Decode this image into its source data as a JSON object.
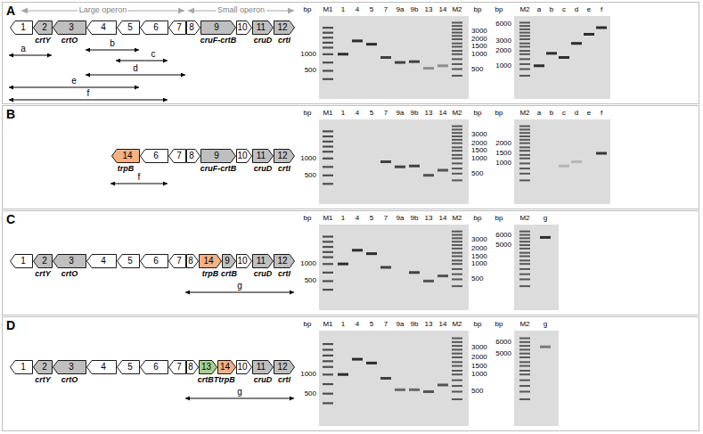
{
  "diagram": {
    "nodes": [
      {
        "text": [
          "A"
        ]
      },
      {
        "text": [
          "1"
        ],
        "in": 0
      },
      {
        "text": [
          "2",
          "crtY"
        ],
        "in": 0
      },
      {
        "text": [
          "3",
          "crtO"
        ],
        "in": 0
      },
      {
        "text": [
          "4"
        ],
        "in": 0
      },
      {
        "text": [
          "5"
        ],
        "in": 0
      },
      {
        "text": [
          "6"
        ],
        "in": 0
      },
      {
        "text": [
          "7"
        ],
        "in": 0
      },
      {
        "text": [
          "8"
        ],
        "in": 0
      },
      {
        "text": [
          "9",
          "cruF-crtB"
        ],
        "in": 0
      },
      {
        "text": [
          "10"
        ],
        "in": 0
      },
      {
        "text": [
          "11",
          "cruD"
        ],
        "in": 0
      },
      {
        "text": [
          "12",
          "crtI"
        ],
        "in": 0
      },
      {
        "text": [
          "B"
        ]
      },
      {
        "text": [
          "14",
          "trpB"
        ],
        "in": 13
      },
      {
        "text": [
          "6"
        ],
        "in": 13
      },
      {
        "text": [
          "7"
        ],
        "in": 13
      },
      {
        "text": [
          "8"
        ],
        "in": 13
      },
      {
        "text": [
          "9",
          "cruF-crtB"
        ],
        "in": 13
      },
      {
        "text": [
          "10"
        ],
        "in": 13
      },
      {
        "text": [
          "11",
          "cruD"
        ],
        "in": 13
      },
      {
        "text": [
          "12",
          "crtI"
        ],
        "in": 13
      },
      {
        "text": [
          "C"
        ]
      },
      {
        "text": [
          "1"
        ],
        "in": 22
      },
      {
        "text": [
          "2",
          "crtY"
        ],
        "in": 22
      },
      {
        "text": [
          "3",
          "crtO"
        ],
        "in": 22
      },
      {
        "text": [
          "4"
        ],
        "in": 22
      },
      {
        "text": [
          "5"
        ],
        "in": 22
      },
      {
        "text": [
          "6"
        ],
        "in": 22
      },
      {
        "text": [
          "7"
        ],
        "in": 22
      },
      {
        "text": [
          "8"
        ],
        "in": 22
      },
      {
        "text": [
          "14",
          "trpB"
        ],
        "in": 22
      },
      {
        "text": [
          "9",
          "crtB"
        ],
        "in": 22
      },
      {
        "text": [
          "10"
        ],
        "in": 22
      },
      {
        "text": [
          "11",
          "cruD"
        ],
        "in": 22
      },
      {
        "text": [
          "12",
          "crtI"
        ],
        "in": 22
      },
      {
        "text": [
          "D"
        ]
      },
      {
        "text": [
          "1"
        ],
        "in": 36
      },
      {
        "text": [
          "2",
          "crtY"
        ],
        "in": 36
      },
      {
        "text": [
          "3",
          "crtO"
        ],
        "in": 36
      },
      {
        "text": [
          "4"
        ],
        "in": 36
      },
      {
        "text": [
          "5"
        ],
        "in": 36
      },
      {
        "text": [
          "6"
        ],
        "in": 36
      },
      {
        "text": [
          "7"
        ],
        "in": 36
      },
      {
        "text": [
          "8"
        ],
        "in": 36
      },
      {
        "text": [
          "13",
          "crtBT"
        ],
        "in": 36
      },
      {
        "text": [
          "14",
          "trpB"
        ],
        "in": 36
      },
      {
        "text": [
          "10"
        ],
        "in": 36
      },
      {
        "text": [
          "11",
          "cruD"
        ],
        "in": 36
      },
      {
        "text": [
          "12",
          "crtI"
        ],
        "in": 36
      }
    ],
    "labels": [
      "Large operon",
      "Small operon",
      "a",
      "b",
      "c",
      "d",
      "e",
      "f",
      "bp",
      "M1",
      "1",
      "4",
      "5",
      "7",
      "9a",
      "9b",
      "13",
      "14",
      "M2",
      "bp",
      "1000",
      "500",
      "3000",
      "2000",
      "1500",
      "1000",
      "500",
      "bp",
      "M2",
      "a",
      "b",
      "c",
      "d",
      "e",
      "f",
      "6000",
      "3000",
      "2000",
      "1000",
      "f",
      "bp",
      "M1",
      "1",
      "4",
      "5",
      "7",
      "9a",
      "9b",
      "13",
      "14",
      "M2",
      "bp",
      "1000",
      "500",
      "3000",
      "2000",
      "1500",
      "1000",
      "500",
      "bp",
      "M2",
      "a",
      "b",
      "c",
      "d",
      "e",
      "f",
      "2000",
      "1500",
      "1000",
      "g",
      "bp",
      "M1",
      "1",
      "4",
      "5",
      "7",
      "9a",
      "9b",
      "13",
      "14",
      "M2",
      "bp",
      "1000",
      "500",
      "3000",
      "2000",
      "1500",
      "1000",
      "500",
      "bp",
      "M2",
      "g",
      "6000",
      "5000",
      "g",
      "bp",
      "M1",
      "1",
      "4",
      "5",
      "7",
      "9a",
      "9b",
      "13",
      "14",
      "M2",
      "bp",
      "1000",
      "500",
      "3000",
      "2000",
      "1500",
      "1000",
      "500",
      "bp",
      "M2",
      "g",
      "6000",
      "5000"
    ]
  }
}
